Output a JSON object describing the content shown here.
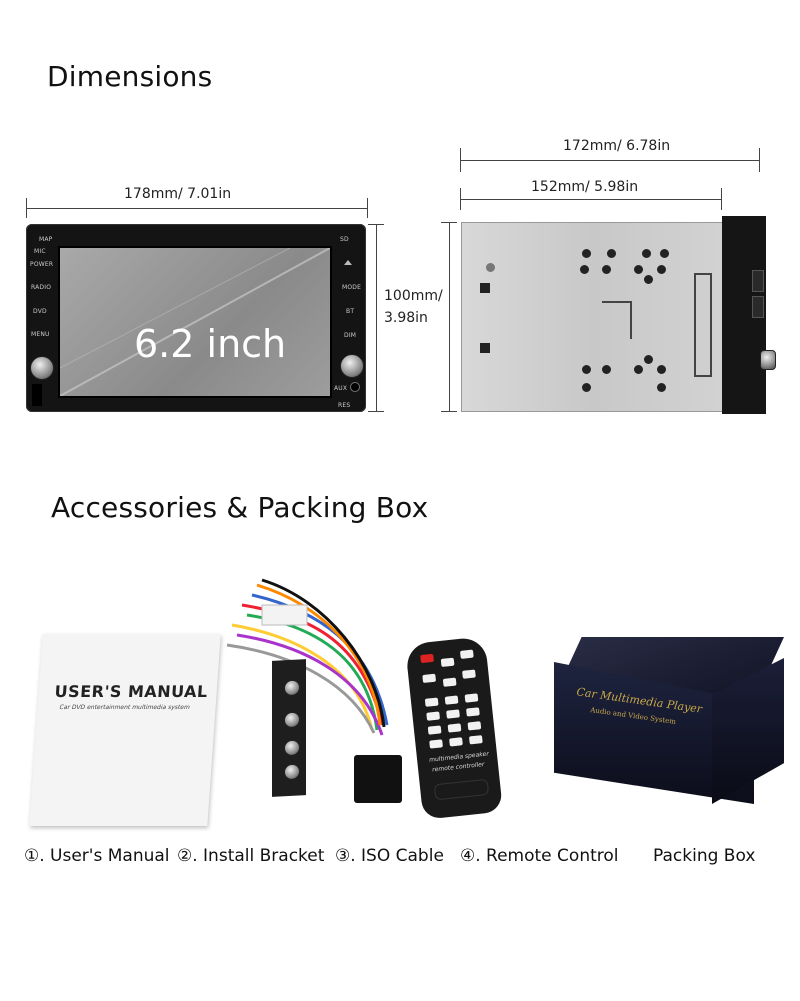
{
  "section_dimensions": {
    "heading": "Dimensions"
  },
  "section_accessories": {
    "heading": "Accessories & Packing Box"
  },
  "front_view": {
    "width_label": "178mm/ 7.01in",
    "height_label_line1": "100mm/",
    "height_label_line2": "3.98in",
    "screen_text": "6.2 inch",
    "buttons_left": [
      "MAP",
      "MIC",
      "POWER",
      "RADIO",
      "DVD",
      "MENU"
    ],
    "buttons_right": [
      "SD",
      "MODE",
      "BT",
      "DIM"
    ],
    "labels_bottom": [
      "AUX",
      "RES"
    ]
  },
  "side_view": {
    "total_depth_label": "172mm/ 6.78in",
    "chassis_depth_label": "152mm/ 5.98in"
  },
  "manual": {
    "title": "USER'S MANUAL",
    "subtitle": "Car DVD entertainment multimedia system"
  },
  "remote": {
    "text_line1": "multimedia speaker",
    "text_line2": "remote controller"
  },
  "box": {
    "title": "Car Multimedia Player",
    "subtitle": "Audio and Video System"
  },
  "captions": [
    "①. User's Manual",
    "②. Install Bracket",
    "③. ISO Cable",
    "④. Remote Control",
    "Packing Box"
  ]
}
